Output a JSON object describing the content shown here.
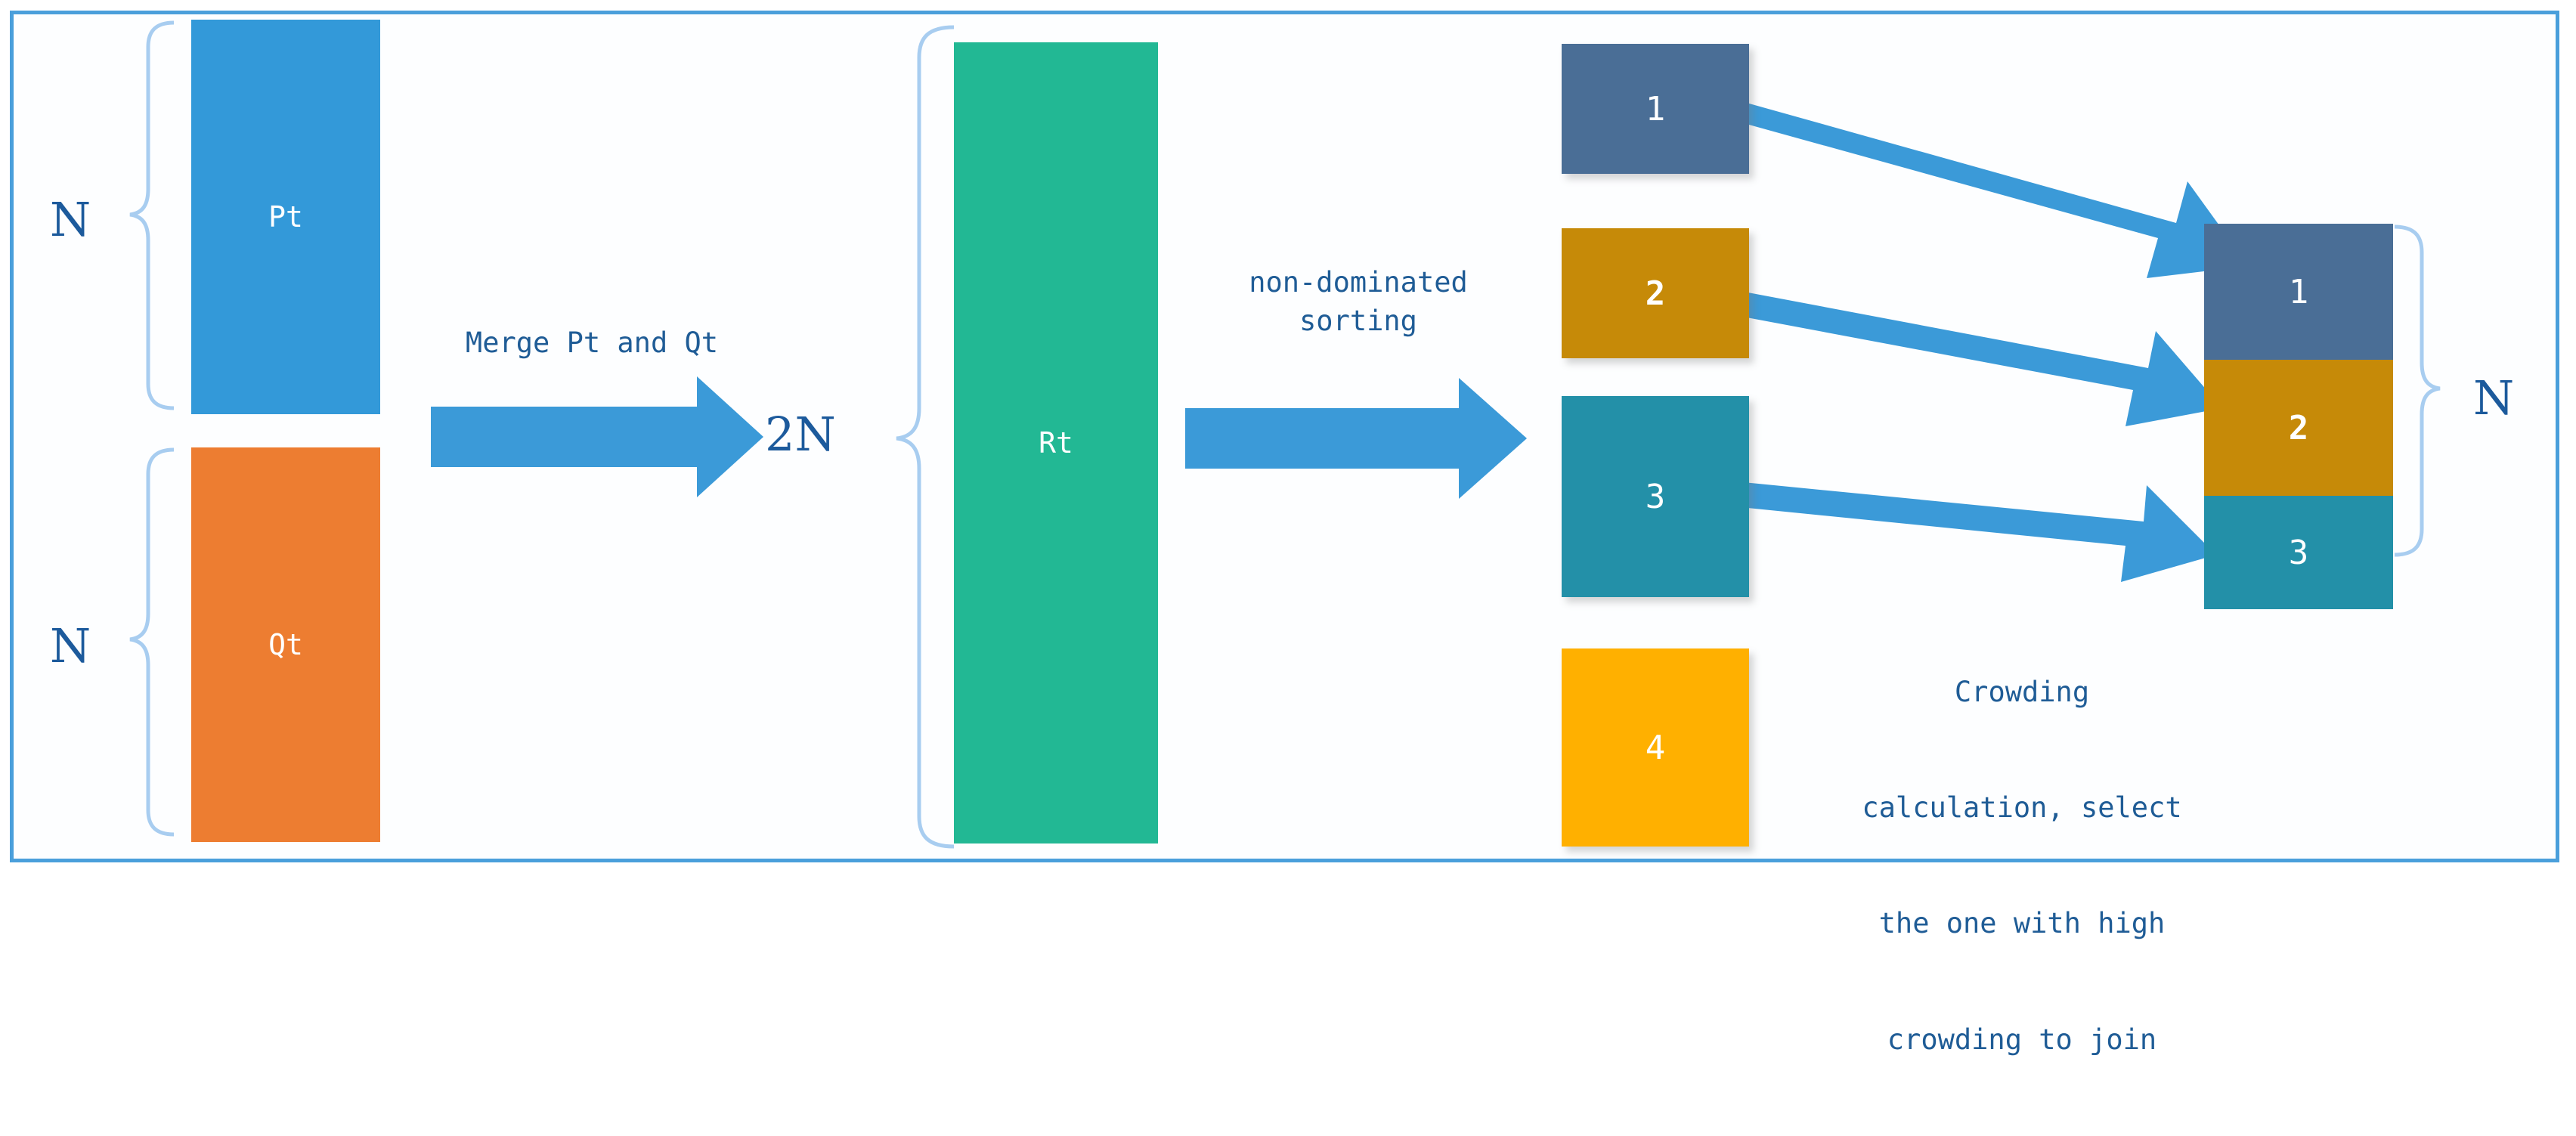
{
  "diagram": {
    "title": "NSGA-II elitist selection flow",
    "frame_color": "#4a9fdb",
    "background": "#ffffff",
    "brace_color": "#a8cdf0",
    "text_color": "#1f5c96"
  },
  "populations": [
    {
      "id": "pt",
      "label": "Pt",
      "color": "#3399d9",
      "brace_label": "N"
    },
    {
      "id": "qt",
      "label": "Qt",
      "color": "#ed7d31",
      "brace_label": "N"
    }
  ],
  "merged": {
    "label": "Rt",
    "color": "#22b894",
    "size_label": "2N"
  },
  "steps": [
    {
      "id": "merge",
      "text": "Merge Pt and Qt",
      "arrow_color": "#3b9ad8"
    },
    {
      "id": "sort",
      "text": "non-dominated\nsorting",
      "arrow_color": "#3b9ad8"
    }
  ],
  "fronts": [
    {
      "rank": "1",
      "color": "#4a6e96",
      "bold": false
    },
    {
      "rank": "2",
      "color": "#c68a08",
      "bold": true
    },
    {
      "rank": "3",
      "color": "#2390a8",
      "bold": false
    },
    {
      "rank": "4",
      "color": "#ffb000",
      "bold": false
    }
  ],
  "selected": [
    {
      "rank": "1",
      "color": "#4a6e96",
      "bold": false
    },
    {
      "rank": "2",
      "color": "#c68a08",
      "bold": true
    },
    {
      "rank": "3",
      "color": "#2390a8",
      "bold": false
    }
  ],
  "result": {
    "brace_label": "N"
  },
  "caption": {
    "line1": "Crowding",
    "line2": "calculation, select",
    "line3": "the one with high",
    "line4": "crowding to join"
  },
  "connectors": {
    "color": "#3b9ad8",
    "count": 3
  }
}
